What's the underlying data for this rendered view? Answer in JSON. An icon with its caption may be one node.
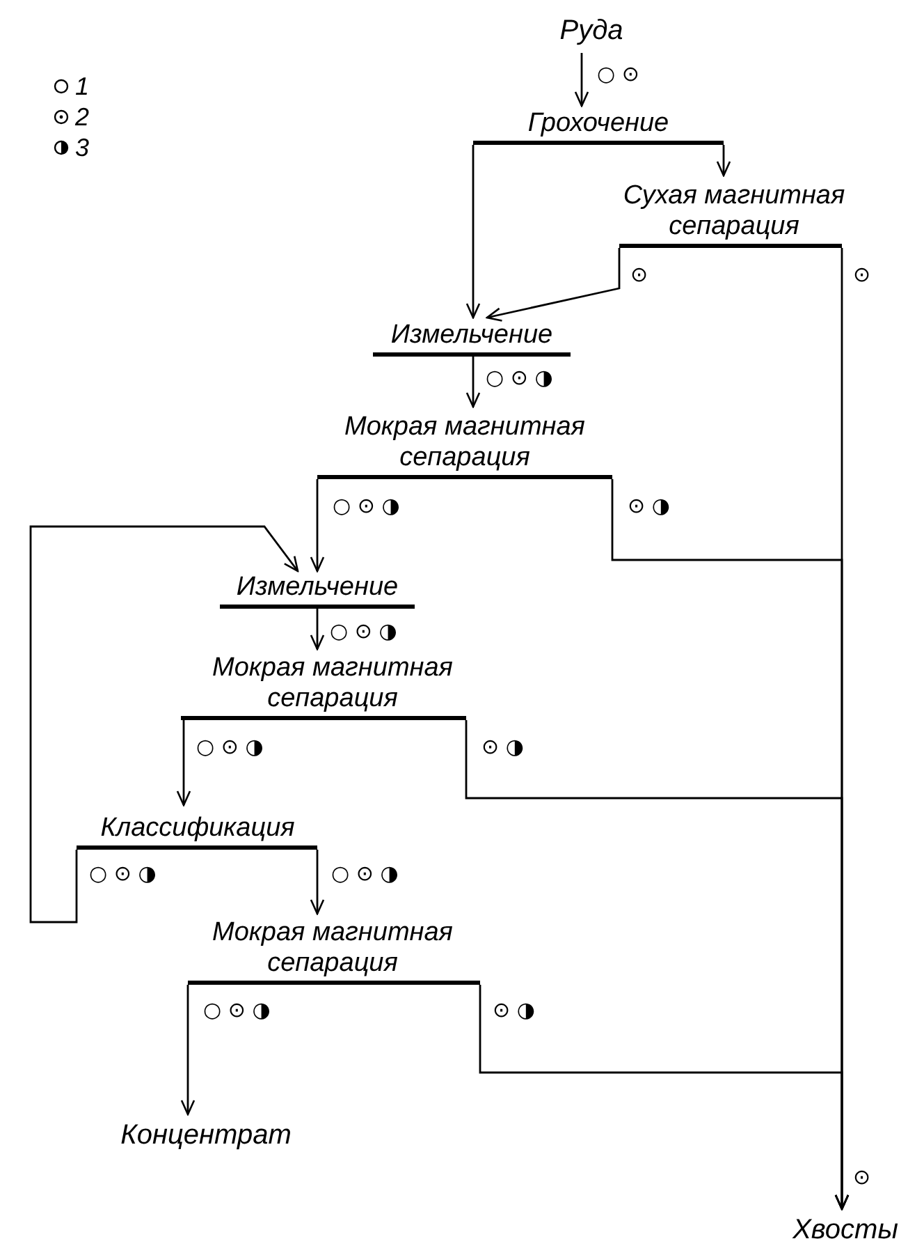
{
  "diagram": {
    "nodes": [
      {
        "text": [
          "Руда"
        ]
      },
      {
        "text": [
          "Грохочение"
        ]
      },
      {
        "text": [
          "Сухая магнитная сепарация"
        ]
      },
      {
        "text": [
          "Измельчение"
        ]
      },
      {
        "text": [
          "Мокрая магнитная сепарация"
        ]
      },
      {
        "text": [
          "Измельчение"
        ]
      },
      {
        "text": [
          "Мокрая магнитная сепарация"
        ]
      },
      {
        "text": [
          "Классификация"
        ]
      },
      {
        "text": [
          "Мокрая магнитная сепарация"
        ]
      },
      {
        "text": [
          "Концентрат"
        ]
      },
      {
        "text": [
          "Хвосты"
        ]
      }
    ],
    "edges": [
      {
        "from": 0,
        "to": 1,
        "arrow": "to",
        "label": "○ ⊙"
      },
      {
        "from": 1,
        "to": 3,
        "arrow": "to"
      },
      {
        "from": 1,
        "to": 2,
        "arrow": "to"
      },
      {
        "from": 2,
        "to": 3,
        "arrow": "to",
        "label": "⊙"
      },
      {
        "from": 2,
        "to": 10,
        "arrow": "to",
        "label": "⊙"
      },
      {
        "from": 3,
        "to": 4,
        "arrow": "to",
        "label": "○ ⊙ ◑"
      },
      {
        "from": 4,
        "to": 5,
        "arrow": "to",
        "label": "○ ⊙ ◑"
      },
      {
        "from": 4,
        "to": 10,
        "arrow": "to",
        "label": "⊙ ◑"
      },
      {
        "from": 5,
        "to": 6,
        "arrow": "to",
        "label": "○ ⊙ ◑"
      },
      {
        "from": 6,
        "to": 7,
        "arrow": "to",
        "label": "○ ⊙ ◑"
      },
      {
        "from": 6,
        "to": 10,
        "arrow": "to",
        "label": "⊙ ◑"
      },
      {
        "from": 7,
        "to": 5,
        "arrow": "to",
        "label": "○ ⊙ ◑"
      },
      {
        "from": 7,
        "to": 8,
        "arrow": "to",
        "label": "○ ⊙ ◑"
      },
      {
        "from": 8,
        "to": 9,
        "arrow": "to",
        "label": "○ ⊙ ◑"
      },
      {
        "from": 8,
        "to": 10,
        "arrow": "to",
        "label": "⊙ ◑"
      }
    ],
    "labels": [
      "⊙"
    ],
    "legend": [
      {
        "text": "1"
      },
      {
        "text": "2"
      },
      {
        "text": "3"
      }
    ]
  }
}
